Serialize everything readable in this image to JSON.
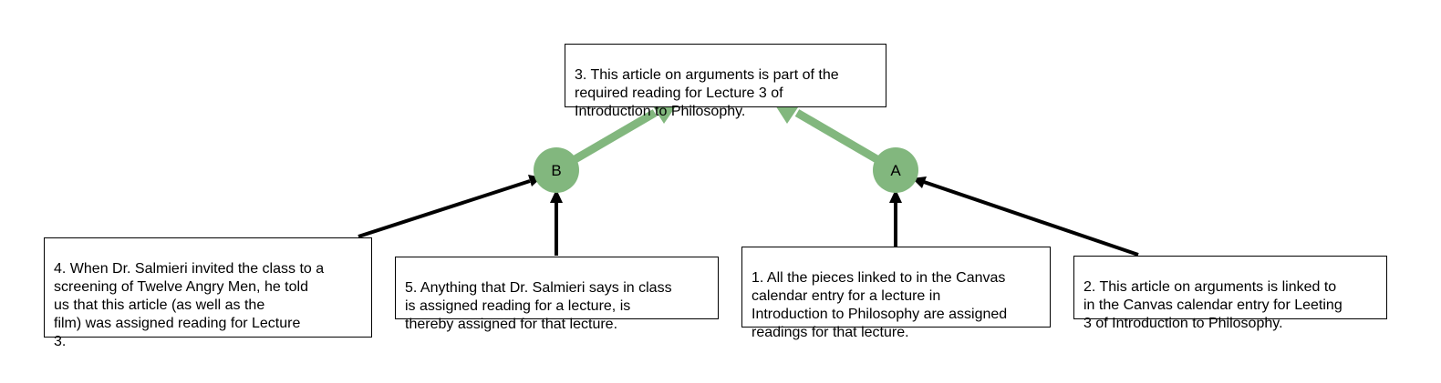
{
  "diagram": {
    "colors": {
      "support_green": "#82b77e",
      "edge_black": "#000000",
      "box_border": "#000000",
      "background": "#ffffff"
    },
    "claims": {
      "c3": "3. This article on arguments is part of the\nrequired reading for Lecture 3 of\nIntroduction to Philosophy.",
      "c4": "4. When Dr. Salmieri invited the class to a\nscreening of Twelve Angry Men, he told\nus that this article (as well as the\nfilm) was assigned reading for Lecture\n3.",
      "c5": "5. Anything that Dr. Salmieri says in class\nis assigned reading for a lecture, is\nthereby assigned for that lecture.",
      "c1": "1. All the pieces linked to in the Canvas\ncalendar entry for a lecture in\nIntroduction to Philosophy are assigned\nreadings for that lecture.",
      "c2": "2. This article on arguments is linked to\nin the Canvas calendar entry for Leeting\n3 of Introduction to Philosophy."
    },
    "nodes": {
      "a": "A",
      "b": "B"
    }
  }
}
